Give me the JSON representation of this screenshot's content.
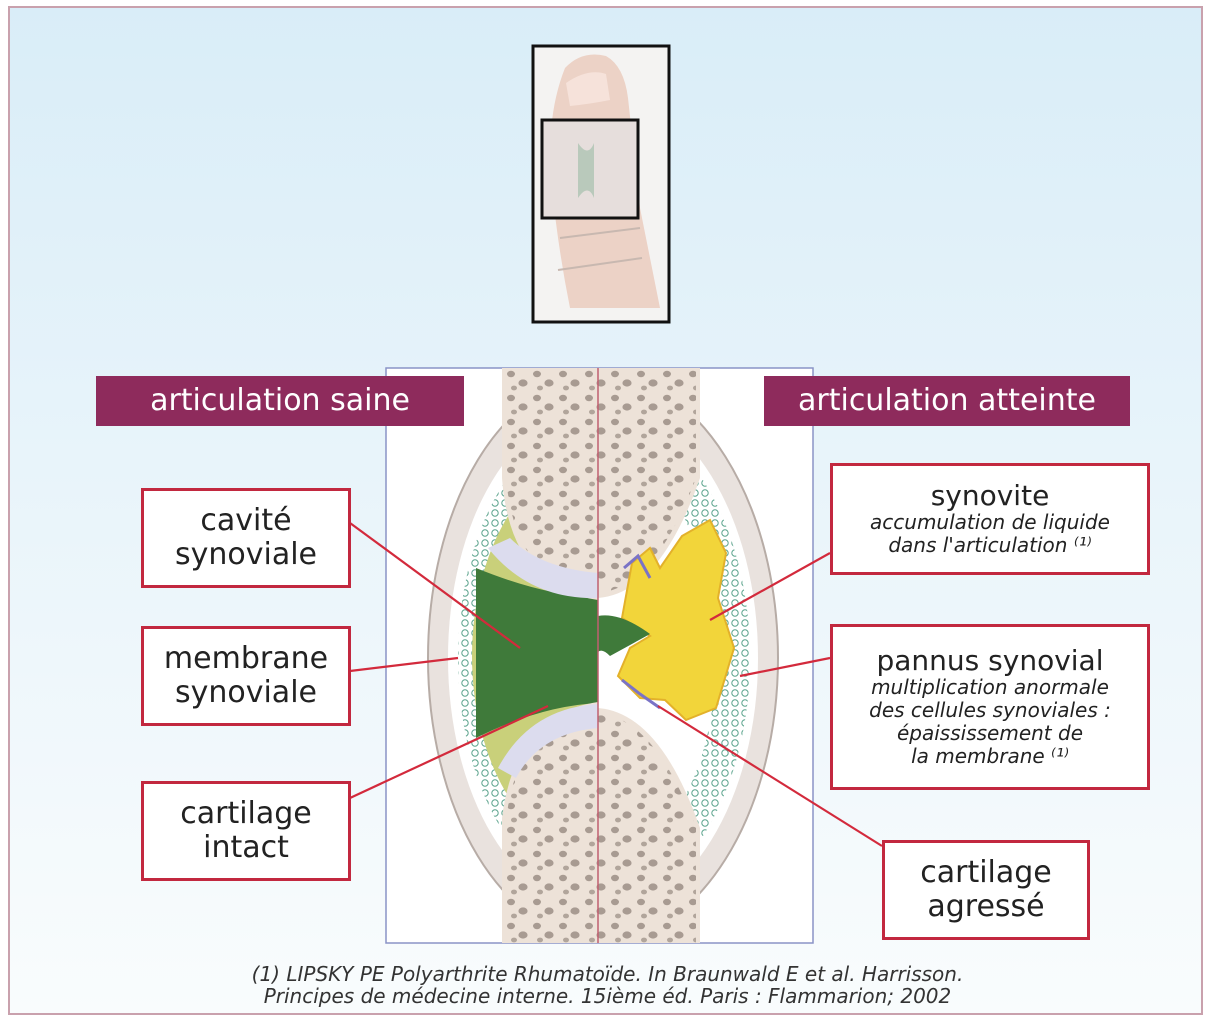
{
  "headers": {
    "healthy": "articulation saine",
    "affected": "articulation atteinte"
  },
  "labels": {
    "cavity": "cavité\nsynoviale",
    "membrane": "membrane\nsynoviale",
    "cartilage_intact": "cartilage\nintact",
    "synovitis_title": "synovite",
    "synovitis_desc": "accumulation de liquide\ndans l'articulation ⁽¹⁾",
    "pannus_title": "pannus synovial",
    "pannus_desc": "multiplication anormale\ndes cellules synoviales :\népaississement de\nla membrane ⁽¹⁾",
    "cartilage_attacked": "cartilage\nagressé"
  },
  "citation": {
    "line1": "(1) LIPSKY PE Polyarthrite Rhumatoïde. In Braunwald E et al. Harrisson.",
    "line2": "Principes de médecine interne. 15ième éd. Paris : Flammarion; 2002"
  },
  "colors": {
    "header_bg": "#8e2b5c",
    "label_border": "#c2283f",
    "leader_line": "#d32a3c",
    "synovial_fluid": "#3f7a3a",
    "pannus": "#f2d53a",
    "bone": "#f0e6dc"
  }
}
